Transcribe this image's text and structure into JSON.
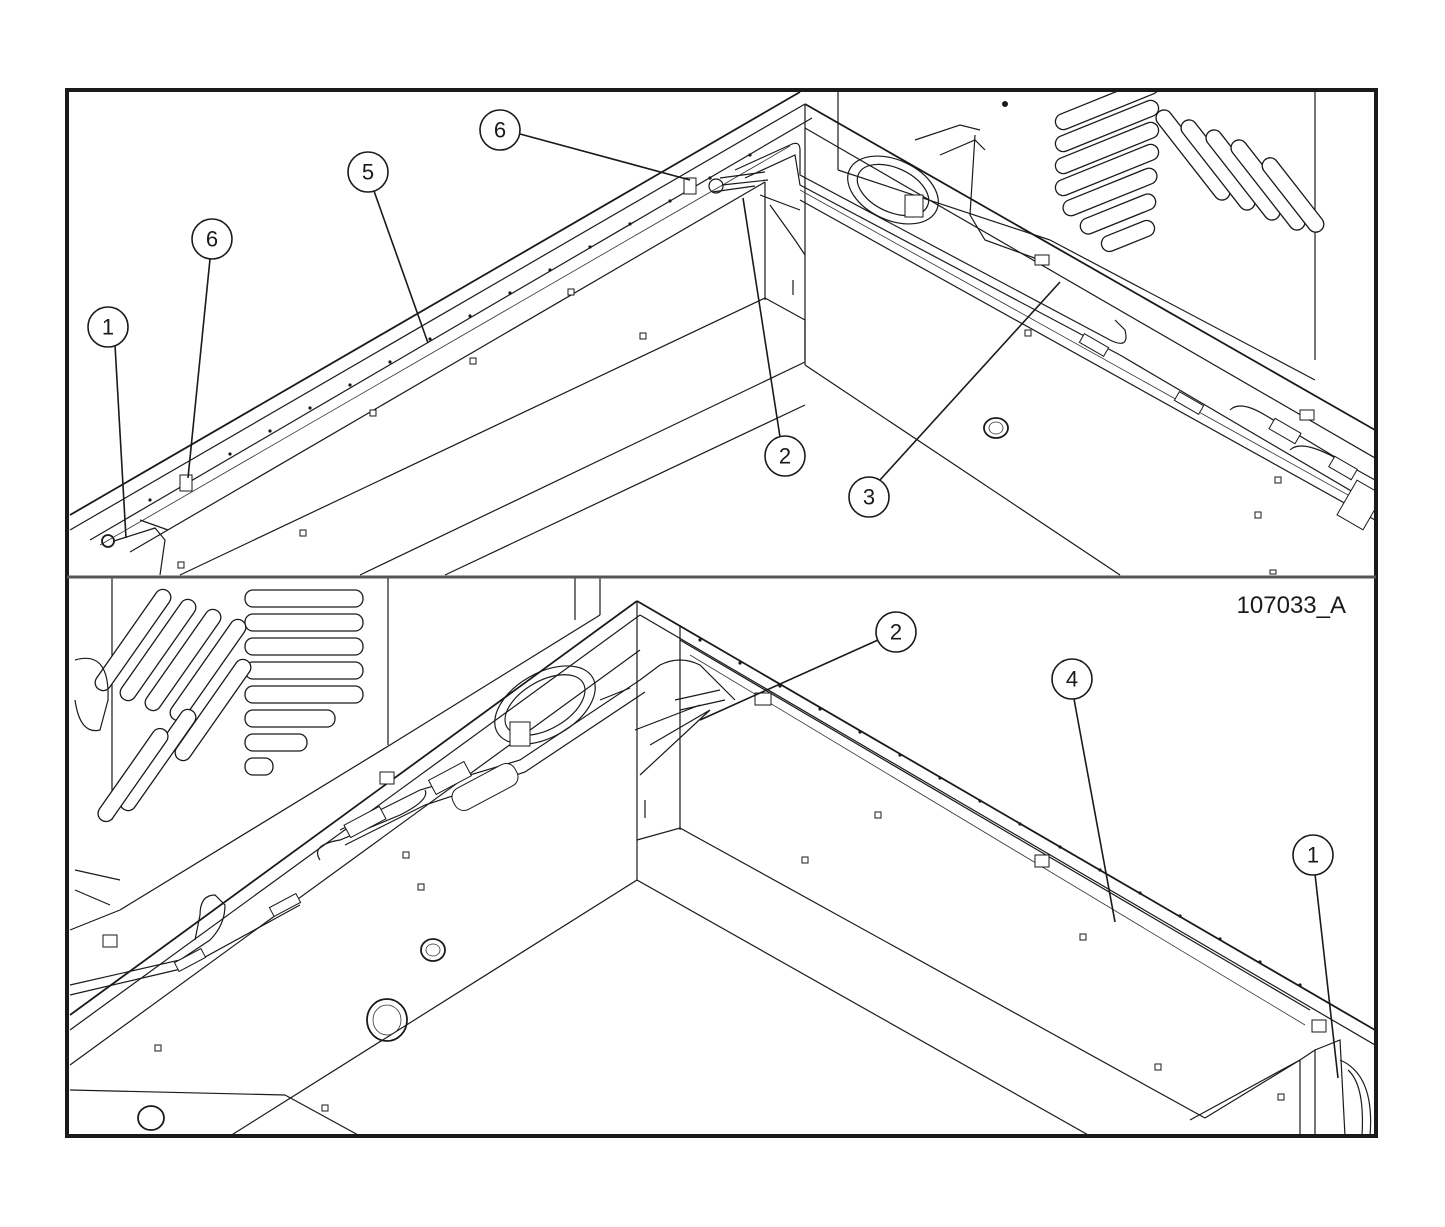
{
  "figure": {
    "id_label": "107033_A"
  },
  "callouts": [
    {
      "key": "top-1",
      "label": "1"
    },
    {
      "key": "top-6a",
      "label": "6"
    },
    {
      "key": "top-5",
      "label": "5"
    },
    {
      "key": "top-6b",
      "label": "6"
    },
    {
      "key": "top-2",
      "label": "2"
    },
    {
      "key": "top-3",
      "label": "3"
    },
    {
      "key": "bot-2",
      "label": "2"
    },
    {
      "key": "bot-4",
      "label": "4"
    },
    {
      "key": "bot-1",
      "label": "1"
    }
  ]
}
